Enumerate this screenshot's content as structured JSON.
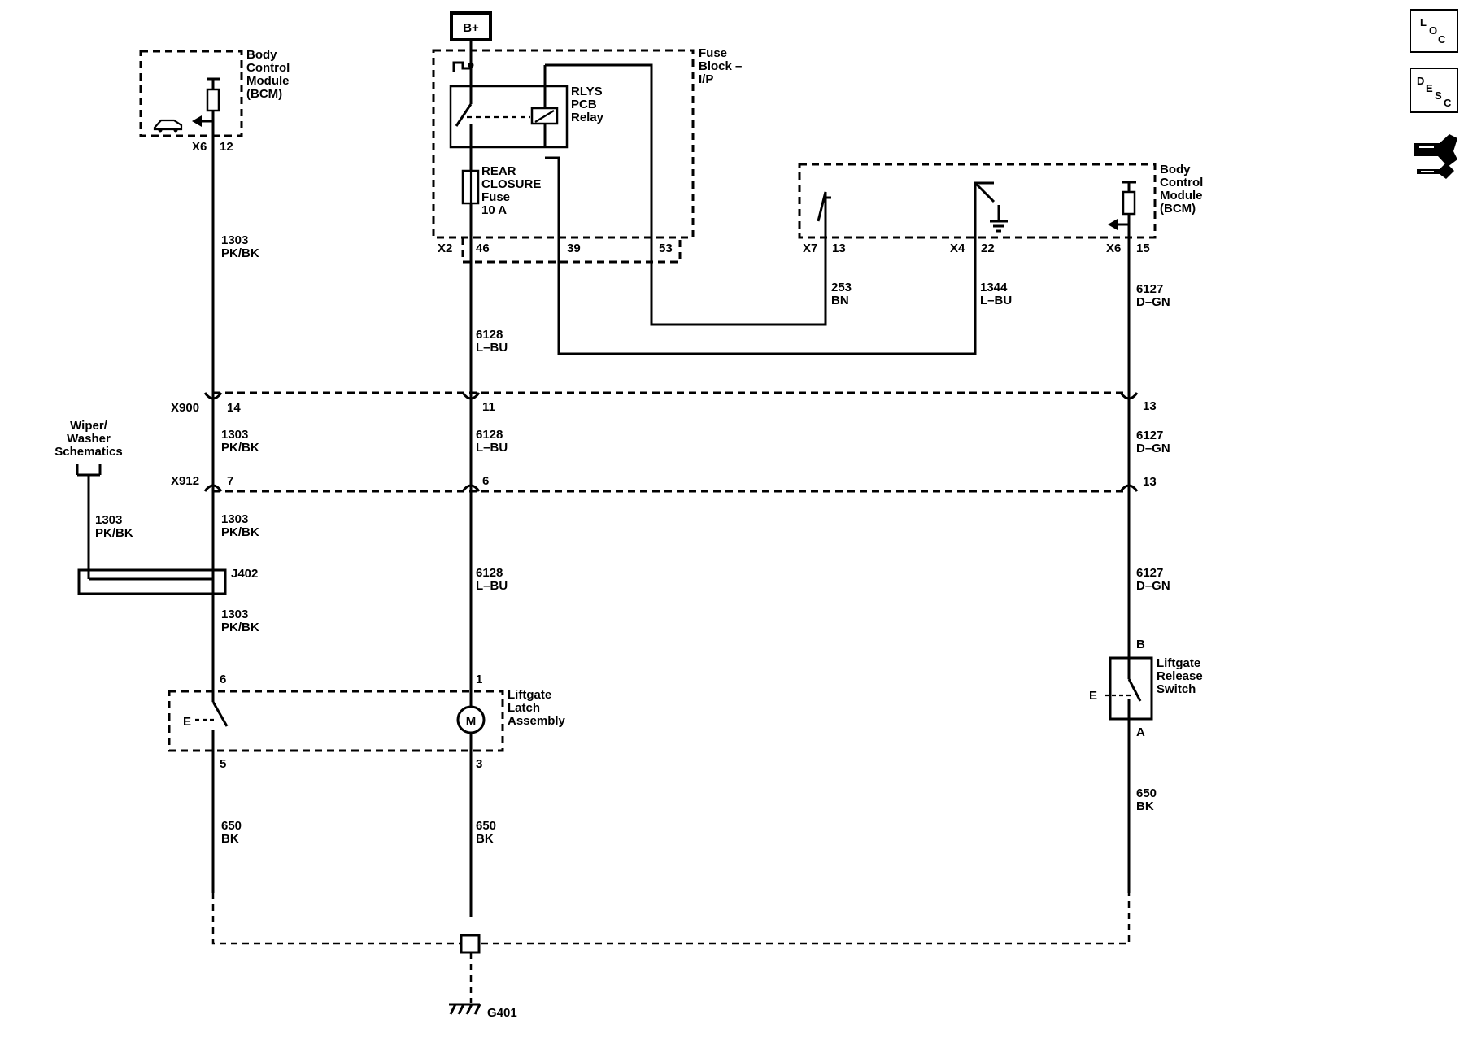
{
  "supply": {
    "label": "B+"
  },
  "fuse_block": {
    "name_lines": [
      "Fuse",
      "Block –",
      "I/P"
    ],
    "relay_lines": [
      "RLYS",
      "PCB",
      "Relay"
    ],
    "fuse_lines": [
      "REAR",
      "CLOSURE",
      "Fuse",
      "10 A"
    ],
    "connector": "X2",
    "pins": {
      "fuse_out": "46",
      "relay_39": "39",
      "relay_53": "53"
    }
  },
  "bcm_left": {
    "name_lines": [
      "Body",
      "Control",
      "Module",
      "(BCM)"
    ],
    "connector": "X6",
    "pin": "12"
  },
  "bcm_right": {
    "name_lines": [
      "Body",
      "Control",
      "Module",
      "(BCM)"
    ],
    "conn_a": "X7",
    "pin_a": "13",
    "conn_b": "X4",
    "pin_b": "22",
    "conn_c": "X6",
    "pin_c": "15"
  },
  "wires": {
    "w1303": [
      "1303",
      "PK/BK"
    ],
    "w6128": [
      "6128",
      "L–BU"
    ],
    "w6127": [
      "6127",
      "D–GN"
    ],
    "w253": [
      "253",
      "BN"
    ],
    "w1344": [
      "1344",
      "L–BU"
    ],
    "w650": [
      "650",
      "BK"
    ]
  },
  "x900": {
    "name": "X900",
    "pin_left": "14",
    "pin_mid": "11",
    "pin_right": "13"
  },
  "x912": {
    "name": "X912",
    "pin_left": "7",
    "pin_mid": "6",
    "pin_right": "13"
  },
  "splice": {
    "name": "J402"
  },
  "wiper_ref": [
    "Wiper/",
    "Washer",
    "Schematics"
  ],
  "latch": {
    "name_lines": [
      "Liftgate",
      "Latch",
      "Assembly"
    ],
    "pin_sw_in": "6",
    "pin_sw_out": "5",
    "pin_motor_in": "1",
    "pin_motor_out": "3",
    "motor_symbol": "M",
    "actuator_symbol": "E"
  },
  "release_switch": {
    "name_lines": [
      "Liftgate",
      "Release",
      "Switch"
    ],
    "pin_top": "B",
    "pin_bottom": "A",
    "actuator_symbol": "E"
  },
  "ground": {
    "name": "G401"
  },
  "nav": {
    "loc": {
      "a": "L",
      "b": "O",
      "c": "C"
    },
    "desc": {
      "a": "D",
      "b": "E",
      "c": "S",
      "d": "C"
    },
    "connector_icon": "connector-icon"
  }
}
